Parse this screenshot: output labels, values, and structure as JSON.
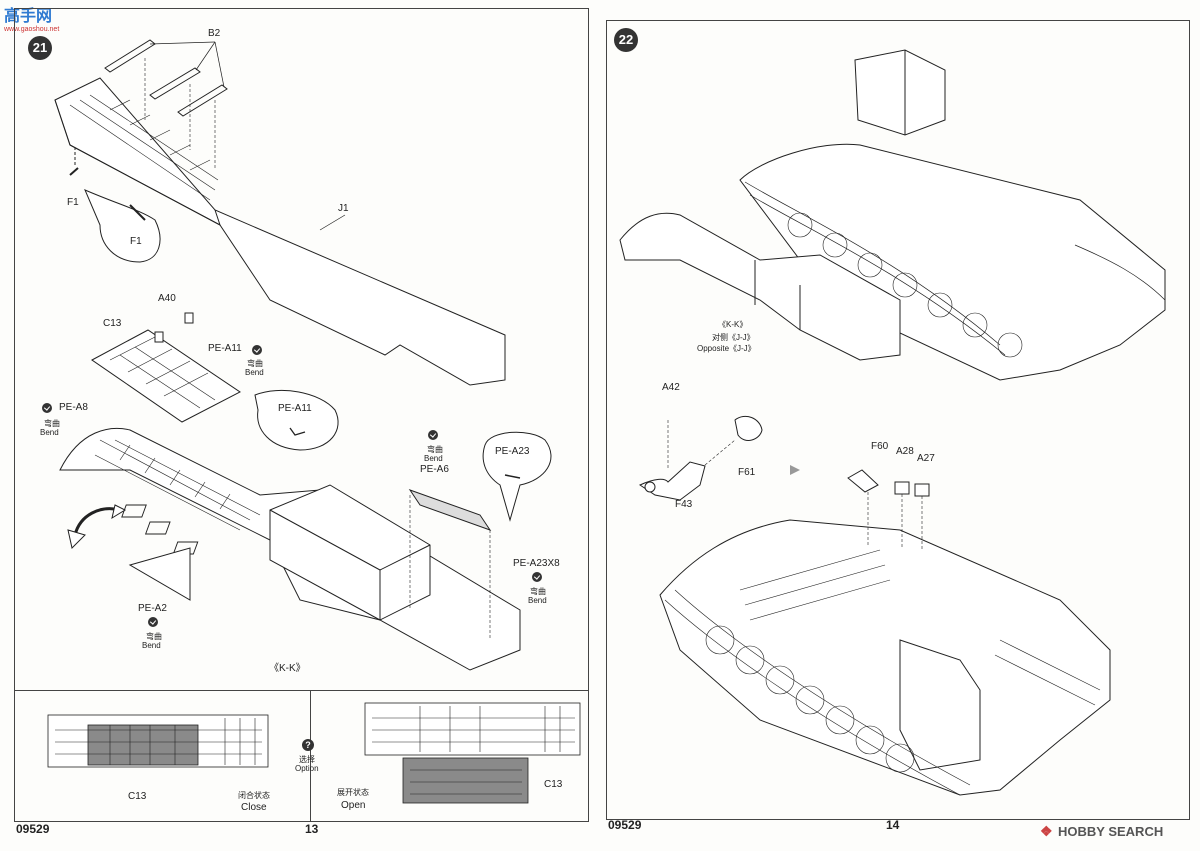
{
  "watermark_top": {
    "text": "高手网",
    "subtext": "www.gaoshou.net"
  },
  "step21": {
    "number": "21",
    "labels": {
      "b2": "B2",
      "j1": "J1",
      "f1": "F1",
      "f1_callout": "F1",
      "a40": "A40",
      "c13": "C13",
      "pe_a11": "PE-A11",
      "pe_a11_callout": "PE-A11",
      "pe_a8": "PE-A8",
      "pe_a6": "PE-A6",
      "pe_a23": "PE-A23",
      "pe_a23x8": "PE-A23X8",
      "pe_a2": "PE-A2",
      "kk": "《K-K》"
    },
    "bend_cn": "弯曲",
    "bend_en": "Bend",
    "close_cn": "闭合状态",
    "close_en": "Close",
    "open_cn": "展开状态",
    "open_en": "Open",
    "option_cn": "选择",
    "option_en": "Option",
    "c13_close": "C13",
    "c13_open": "C13",
    "option_icon": "?"
  },
  "step22": {
    "number": "22",
    "labels": {
      "kk": "《K-K》",
      "opposite_cn": "对侧《J-J》",
      "opposite_en": "Opposite《J-J》",
      "a42": "A42",
      "f43": "F43",
      "f61": "F61",
      "f60": "F60",
      "a28": "A28",
      "a27": "A27"
    }
  },
  "footer": {
    "code_left": "09529",
    "page_left": "13",
    "code_right": "09529",
    "page_right": "14",
    "brand": "HOBBY SEARCH"
  },
  "colors": {
    "ink": "#222222",
    "part_gray": "#8a8a8a",
    "paper": "#fdfdfb"
  }
}
